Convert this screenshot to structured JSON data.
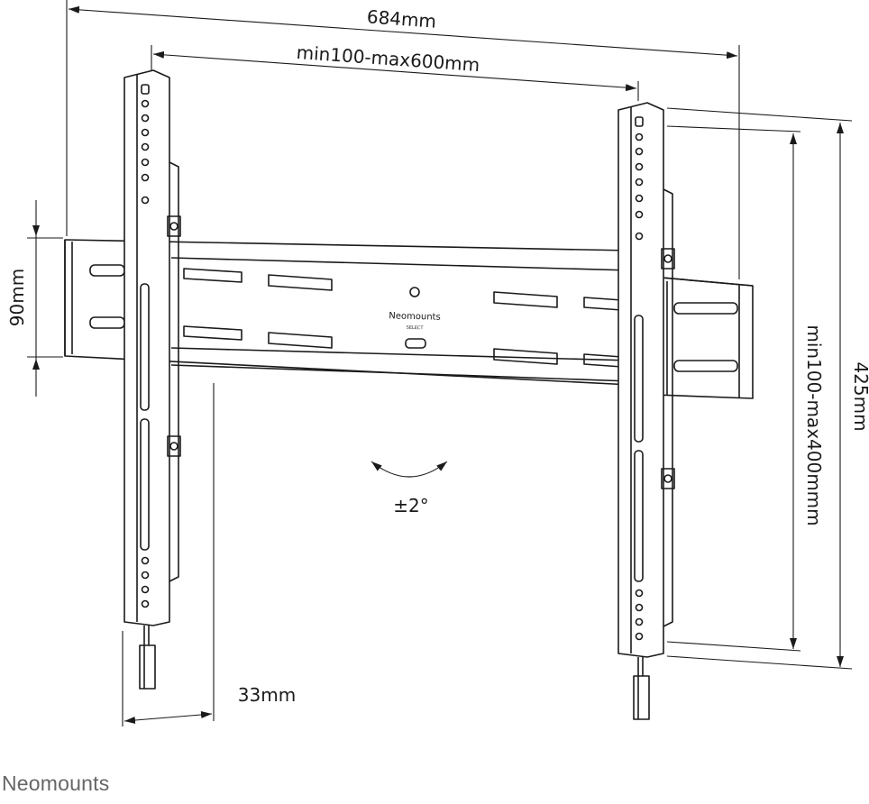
{
  "dimensions": {
    "overall_width": "684mm",
    "vesa_width": "min100-max600mm",
    "rail_height": "90mm",
    "overall_height": "425mm",
    "vesa_height": "min100-max400mmm",
    "depth": "33mm",
    "tilt": "±2°"
  },
  "logo": {
    "brand": "Neomounts",
    "line": "SELECT"
  },
  "footer": {
    "brand": "Neomounts"
  },
  "colors": {
    "line": "#1a1a1a",
    "footer_text": "#666666"
  }
}
